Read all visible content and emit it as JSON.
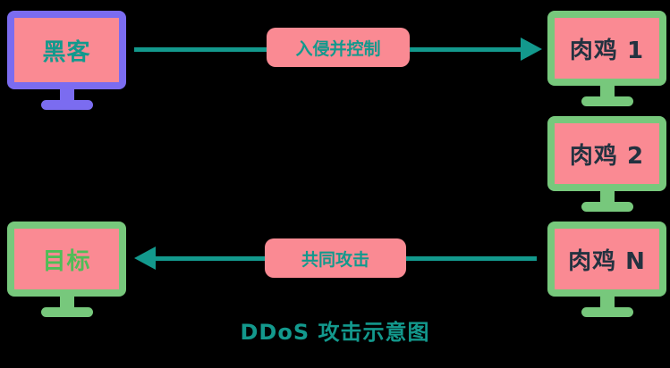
{
  "diagram": {
    "caption": "DDoS 攻击示意图",
    "nodes": {
      "hacker": {
        "label": "黑客"
      },
      "bot1": {
        "label": "肉鸡 1"
      },
      "bot2": {
        "label": "肉鸡 2"
      },
      "botN": {
        "label": "肉鸡 N"
      },
      "target": {
        "label": "目标"
      }
    },
    "edges": {
      "control": {
        "label": "入侵并控制",
        "from": "hacker",
        "to": "bot1",
        "direction": "right"
      },
      "attack": {
        "label": "共同攻击",
        "from": "botN",
        "to": "target",
        "direction": "left"
      }
    },
    "colors": {
      "background": "#000000",
      "hacker_frame": "#7b6cf0",
      "bot_frame": "#77c87c",
      "screen_fill": "#fa8a93",
      "teal_accent": "#13998d",
      "hacker_label_text": "#13998d",
      "bot_label_text": "#233240",
      "target_label_text": "#4fbd57",
      "edge_label_bg": "#fa8a93",
      "edge_label_text": "#13998d"
    }
  }
}
